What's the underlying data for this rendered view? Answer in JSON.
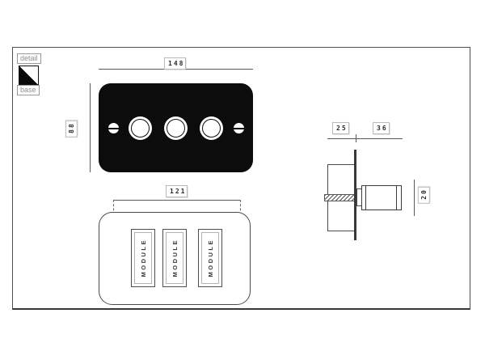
{
  "legend": {
    "detail": "detail",
    "base": "base"
  },
  "front_view": {
    "width_mm": "148",
    "height_mm": "88"
  },
  "base_view": {
    "fixing_centres_mm": "121",
    "modules": [
      "MODULE",
      "MODULE",
      "MODULE"
    ]
  },
  "side_view": {
    "box_depth_mm": "25",
    "knob_projection_mm": "36",
    "knob_diameter_mm": "20"
  },
  "colors": {
    "plate": "#0c0c0c",
    "drawing_line": "#555555",
    "label_border": "#b9b9b9",
    "label_text": "#2b2b2b",
    "legend_text": "#8f8f8f",
    "frame_border": "#4f4f4f"
  }
}
